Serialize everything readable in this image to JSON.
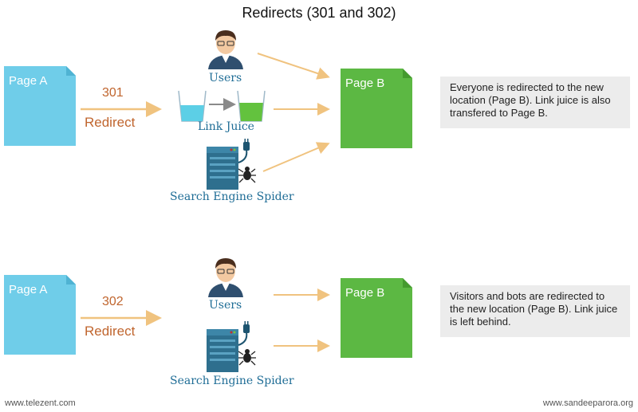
{
  "title": "Redirects (301 and 302)",
  "colors": {
    "page_a": "#6fcde9",
    "page_b": "#5cb843",
    "arrow": "#f0c37f",
    "accent_text": "#c0652e",
    "caption_text": "#1f6d96",
    "note_bg": "#ececec"
  },
  "section_301": {
    "page_a_label": "Page A",
    "code": "301",
    "code_label": "Redirect",
    "users_label": "Users",
    "juice_label": "Link Juice",
    "spider_label": "Search Engine Spider",
    "page_b_label": "Page B",
    "note": "Everyone is redirected to the new location (Page B). Link juice is also transfered to Page B."
  },
  "section_302": {
    "page_a_label": "Page A",
    "code": "302",
    "code_label": "Redirect",
    "users_label": "Users",
    "spider_label": "Search Engine Spider",
    "page_b_label": "Page B",
    "note": "Visitors and bots are redirected to the new location (Page B). Link juice is left behind."
  },
  "footer": {
    "left": "www.telezent.com",
    "right": "www.sandeeparora.org"
  },
  "icons": {
    "user": "user-icon",
    "spider": "server-spider-icon",
    "juice": "juice-glasses-icon"
  }
}
